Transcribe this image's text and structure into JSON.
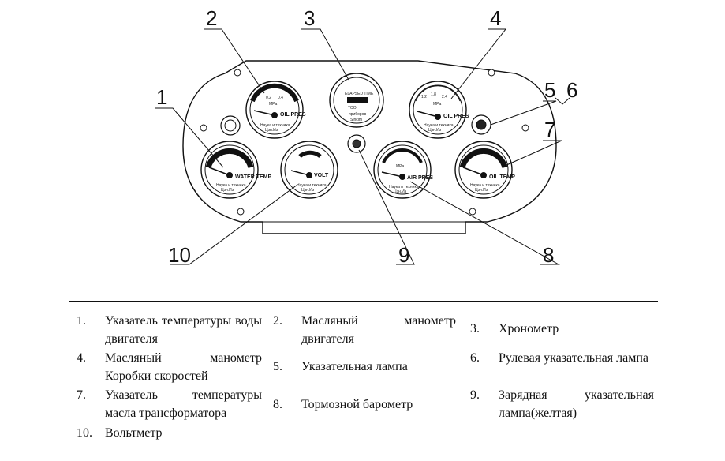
{
  "callouts": [
    "1",
    "2",
    "3",
    "4",
    "5",
    "6",
    "7",
    "8",
    "9",
    "10"
  ],
  "gauges": {
    "g2_label": "OIL PRES",
    "g3_line1": "ELAPSED TIME",
    "g3_line2": "приборов",
    "g4_label": "OIL PRES",
    "g1_label": "WATER TEMP",
    "g10_label": "VOLT",
    "g8_label": "AIR PRES",
    "g7_label": "OIL TEMP",
    "maker_line1": "Наука и техника",
    "maker_line2": "Цзн.Из",
    "mpa": "MPa"
  },
  "legend": [
    {
      "num": "1.",
      "text": "Указатель температуры воды двигателя"
    },
    {
      "num": "2.",
      "text": "Масляный манометр двигателя"
    },
    {
      "num": "3.",
      "text": "Хронометр"
    },
    {
      "num": "4.",
      "text": "Масляный манометр Коробки скоростей"
    },
    {
      "num": "5.",
      "text": "Указательная лампа"
    },
    {
      "num": "6.",
      "text": "Рулевая указательная лампа"
    },
    {
      "num": "7.",
      "text": "Указатель температуры масла трансформатора"
    },
    {
      "num": "8.",
      "text": "Тормозной барометр"
    },
    {
      "num": "9.",
      "text": "Зарядная указательная лампа(желтая)"
    },
    {
      "num": "10.",
      "text": "Вольтметр"
    }
  ]
}
